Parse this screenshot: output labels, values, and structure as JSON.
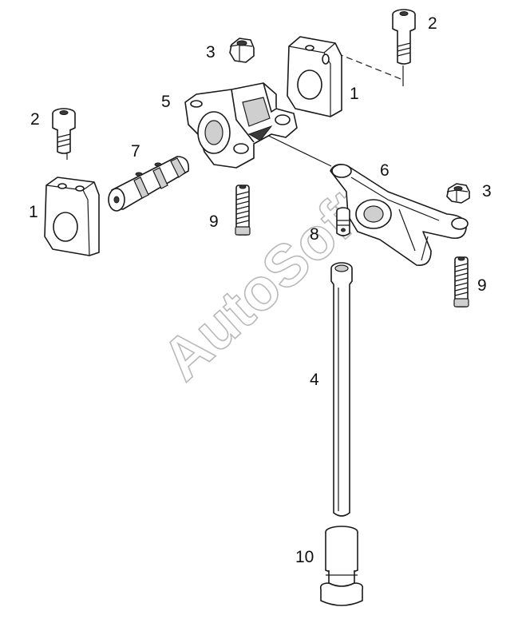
{
  "diagram": {
    "watermark": "AutoSoft",
    "callouts": {
      "bracket_left": "1",
      "bracket_right": "1",
      "bolt_left": "2",
      "bolt_right": "2",
      "nut_top": "3",
      "nut_right": "3",
      "pushrod": "4",
      "rocker_support": "5",
      "rocker_arm": "6",
      "rocker_shaft": "7",
      "adjuster": "8",
      "screw_left": "9",
      "screw_right": "9",
      "tappet": "10"
    }
  }
}
